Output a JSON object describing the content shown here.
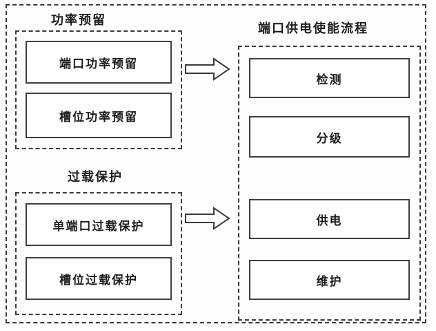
{
  "diagram": {
    "power_reservation": {
      "title": "功率预留",
      "items": [
        "端口功率预留",
        "槽位功率预留"
      ]
    },
    "overload_protection": {
      "title": "过载保护",
      "items": [
        "单端口过载保护",
        "槽位过载保护"
      ]
    },
    "enable_flow": {
      "title": "端口供电使能流程",
      "items": [
        "检测",
        "分级",
        "供电",
        "维护"
      ]
    },
    "icons": {
      "arrow_right": "hollow-block-arrow-right"
    },
    "colors": {
      "line": "#3a3a3a",
      "background": "#fdfdfd"
    }
  }
}
